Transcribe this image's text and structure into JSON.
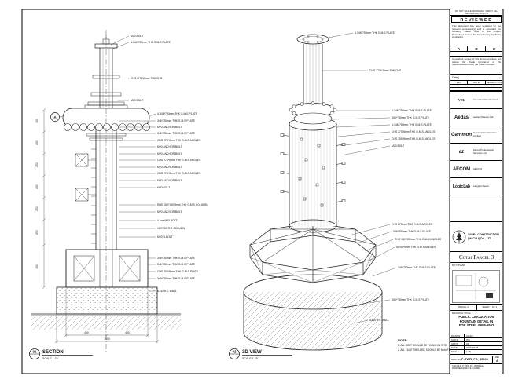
{
  "sheet": {
    "views": [
      {
        "num": "01",
        "name": "SECTION",
        "scale": "SCALE 1:25"
      },
      {
        "num": "02",
        "name": "3D VIEW",
        "scale": "SCALE 1:25"
      }
    ],
    "note": {
      "title": "NOTE:",
      "lines": [
        "1. ALL BOLT SHOULD BE FIXING ON SITE.",
        "2. ALL FILLET WELDED SHOULD BE 6mm THK."
      ]
    }
  },
  "section_view": {
    "marker": "A",
    "annotations": [
      "M20 BOLT",
      "4-346*750mm THK G.M.S PLATE",
      "CHS 273*10mm THK CHS",
      "M20 BOLT",
      "4-346*750mm THK G.M.S PLATE",
      "346*750mm THK G.M.S PLATE",
      "M20 ANCHOR BOLT",
      "346*750mm THK G.M.S PLATE",
      "CHS 273*8mm THK G.M.S ANGLES",
      "M20 ANCHOR BOLT",
      "M20 ANCHOR BOLT",
      "CHS 273*8mm THK G.M.S ANGLES",
      "M20 ANCHOR BOLT",
      "CHS 273*8mm THK G.M.S ANGLES",
      "M20 ANCHOR BOLT",
      "M20 BOLT",
      "RHS 150*150*8mm THK G.M.S COLUMN",
      "M20 ANCHOR BOLT",
      "4 nos M20 BOLT",
      "150*150 R.C COLUMN",
      "M20 U-BOLT",
      "346*750mm THK G.M.S PLATE",
      "346*750mm THK G.M.S PLATE",
      "CHS 350*8mm THK G.M.S PLATE",
      "346*750mm THK G.M.S PLATE",
      "A142 R.C WALL"
    ],
    "dims_left": [
      "150",
      "250",
      "250",
      "250",
      "250",
      "250",
      "150"
    ],
    "dims_bottom": [
      "450",
      "450",
      "1500"
    ]
  },
  "iso_view": {
    "annotations": [
      "4-346*750mm THK G.M.S PLATE",
      "CHS 273*10mm THK CHS",
      "4-346*750mm THK G.M.S PLATE",
      "346*750mm THK G.M.S PLATE",
      "4-346*750mm THK G.M.S PLATE",
      "CHS 273*8mm THK G.M.S ANGLES",
      "CHS 350*8mm THK G.M.S ANGLES",
      "M20 BOLT",
      "CHS 273mm THK G.M.S ANGLES",
      "346*750mm THK G.M.S PLATE",
      "RHS 150*150mm THK G.M.S ANGLES",
      "50*50*5mm THK G.M.S ANGLES",
      "346*750mm THK G.M.S PLATE",
      "346*750mm THK G.M.S PLATE",
      "A345 R.C WALL"
    ]
  },
  "title_block": {
    "top_note": "DO NOT SCALE DRAWINGS. VERIFY ALL DIMENSIONS ON SITE.",
    "reviewed": {
      "title": "REVIEWED",
      "body": "This document has been reviewed by the relevant consultant(s) and is accorded the following status; refer to the Project Procedures Section 5.0 for action by the Trade Contractor.",
      "grades": [
        "A",
        "B",
        "C"
      ],
      "note": "Consultant review of this document does not relieve the Trade Contractor of his responsibilities under the Trade Contract.",
      "date_label": "Date |"
    },
    "revision_header": [
      "REV",
      "DATE",
      "DESCRIPTION"
    ],
    "parties": [
      {
        "logo": "VOL",
        "name": "Venetian Orient Limited"
      },
      {
        "logo": "Aedas",
        "name": "Aedas (Macau) Ltd."
      },
      {
        "logo": "Gammon",
        "name": "Gammon Construction Limited"
      },
      {
        "logo": "az",
        "name": "Marco Professional Services Ltd."
      },
      {
        "logo": "AECOM",
        "name": "AECOM"
      },
      {
        "logo": "LogicLab",
        "name": "Langdon Seah"
      }
    ],
    "contractor": {
      "line1": "YADEA CONSTRUCTION",
      "line2": "(MACAU) CO., LTD."
    },
    "project": "Cotai Parcel 3",
    "key_plan_label": "KEY PLAN",
    "meta_cells": [
      "PARCEL 3",
      "SHEET 1 OF 1"
    ],
    "drawing_title_label": "DRAWING TITLE:",
    "drawing_title_lines": [
      "PUBLIC CIRCULATION",
      "FOUNTAIN DETAIL IN",
      "FOR STEEL ERM-6502"
    ],
    "fields": {
      "drawn_label": "DRAWN",
      "drawn": "CHAO",
      "chkd_label": "CHK'D",
      "chkd": "WS",
      "appd_label": "APP'D",
      "appd": "KK",
      "date_label": "DATE",
      "date": "2016-08-05",
      "scale_label": "SCALE",
      "scale": "1:25"
    },
    "dwg_no_label": "DWG NO.",
    "dwg_no": "P-TWR_FD_45000",
    "rev_label": "REV",
    "rev": "A",
    "cad_file": "CAD FILE: P-TWR_FD_45000.dwg",
    "reference": "REFERENCE DN FILE NAME"
  }
}
